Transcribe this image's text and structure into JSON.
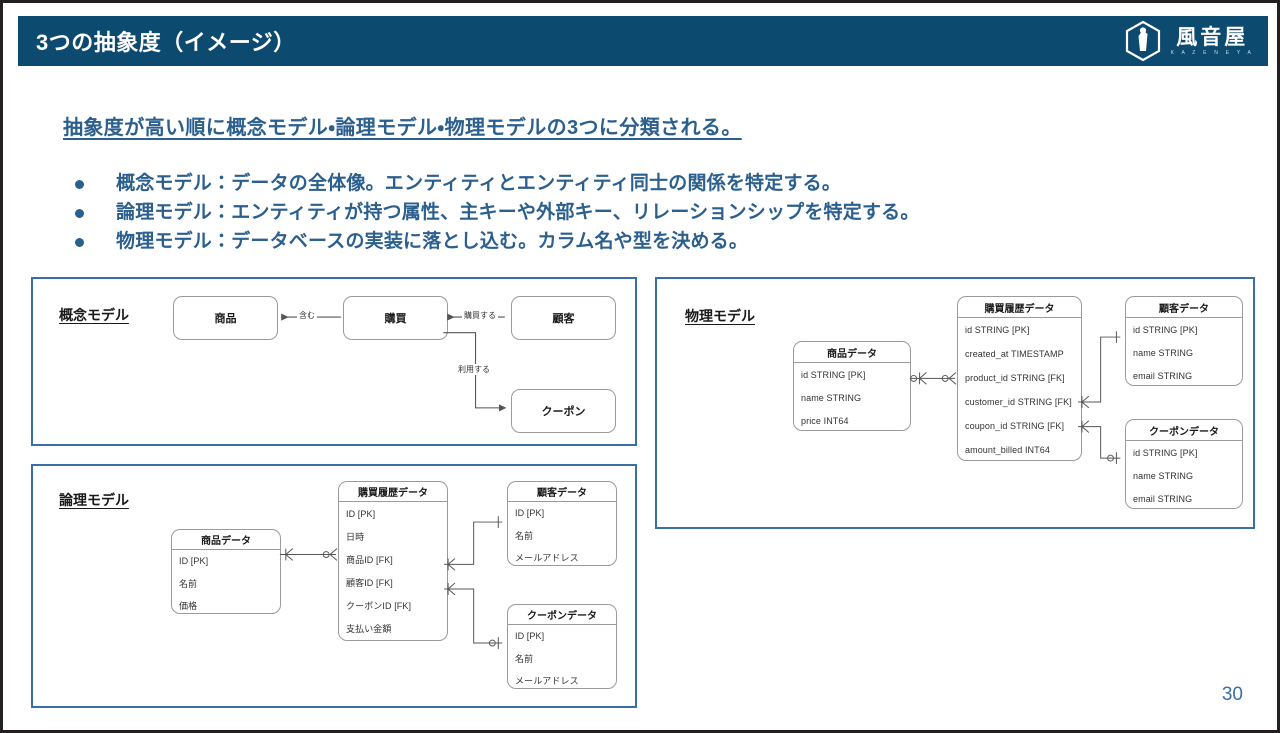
{
  "header": {
    "title": "3つの抽象度（イメージ）",
    "brand_name": "風音屋",
    "brand_subtitle": "K A Z E N E Y A",
    "bar_color": "#0d4a70"
  },
  "lead": "抽象度が高い順に概念モデル・論理モデル・物理モデルの3つに分類される。",
  "bullets": [
    "概念モデル：データの全体像。エンティティとエンティティ同士の関係を特定する。",
    "論理モデル：エンティティが持つ属性、主キーや外部キー、リレーションシップを特定する。",
    "物理モデル：データベースの実装に落とし込む。カラム名や型を決める。"
  ],
  "panels": {
    "conceptual": {
      "title": "概念モデル",
      "entities": [
        {
          "name": "商品"
        },
        {
          "name": "購買"
        },
        {
          "name": "顧客"
        },
        {
          "name": "クーポン"
        }
      ],
      "relations": [
        {
          "label": "含む",
          "from": "購買",
          "to": "商品"
        },
        {
          "label": "購買する",
          "from": "顧客",
          "to": "購買"
        },
        {
          "label": "利用する",
          "from": "購買",
          "to": "クーポン"
        }
      ]
    },
    "logical": {
      "title": "論理モデル",
      "tables": [
        {
          "name": "商品データ",
          "fields": [
            "ID [PK]",
            "名前",
            "価格"
          ]
        },
        {
          "name": "購買履歴データ",
          "fields": [
            "ID [PK]",
            "日時",
            "商品ID [FK]",
            "顧客ID [FK]",
            "クーポンID [FK]",
            "支払い金額"
          ]
        },
        {
          "name": "顧客データ",
          "fields": [
            "ID [PK]",
            "名前",
            "メールアドレス"
          ]
        },
        {
          "name": "クーポンデータ",
          "fields": [
            "ID [PK]",
            "名前",
            "メールアドレス"
          ]
        }
      ]
    },
    "physical": {
      "title": "物理モデル",
      "tables": [
        {
          "name": "商品データ",
          "fields": [
            "id STRING [PK]",
            "name STRING",
            "price INT64"
          ]
        },
        {
          "name": "購買履歴データ",
          "fields": [
            "id STRING [PK]",
            "created_at TIMESTAMP",
            "product_id STRING [FK]",
            "customer_id STRING [FK]",
            "coupon_id STRING [FK]",
            "amount_billed INT64"
          ]
        },
        {
          "name": "顧客データ",
          "fields": [
            "id STRING [PK]",
            "name STRING",
            "email STRING"
          ]
        },
        {
          "name": "クーポンデータ",
          "fields": [
            "id STRING [PK]",
            "name STRING",
            "email STRING"
          ]
        }
      ]
    }
  },
  "page_number": "30",
  "colors": {
    "header_bg": "#0d4a70",
    "accent_blue": "#2b5f8e",
    "panel_border": "#3a6ea5",
    "box_border": "#9b9b9b"
  }
}
